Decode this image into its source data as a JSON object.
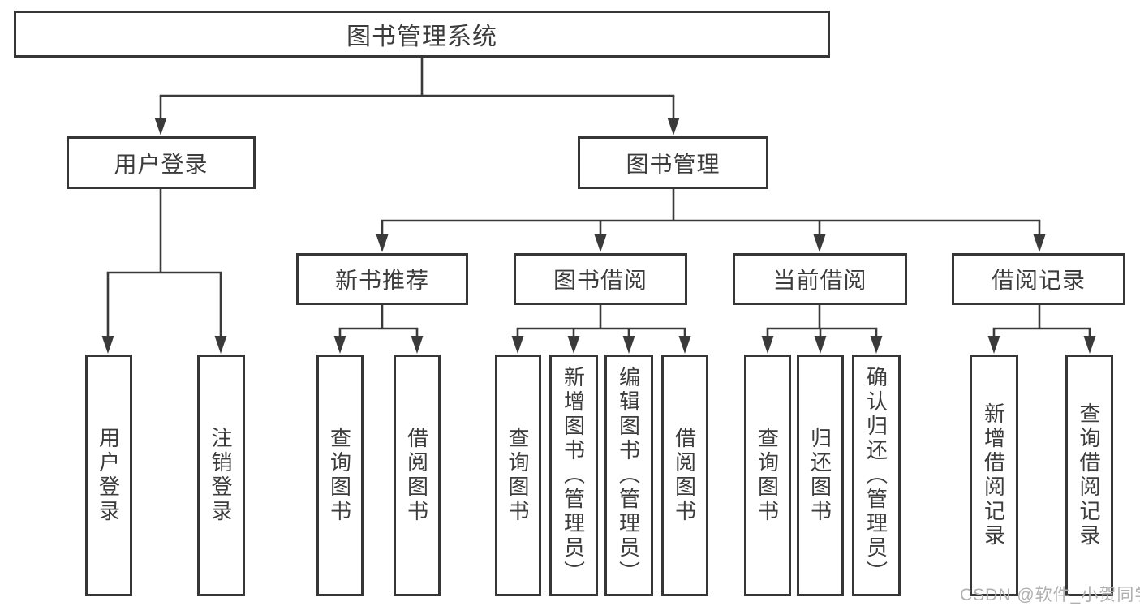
{
  "page": {
    "background": "#ffffff"
  },
  "colors": {
    "line": "#3a3a3a",
    "box_border": "#363636",
    "box_text": "#3c3c3c",
    "watermark_text": "#b0b0b0"
  },
  "nodes": {
    "root": {
      "label": "图书管理系统"
    },
    "user_login": {
      "label": "用户登录"
    },
    "book_mgmt": {
      "label": "图书管理"
    },
    "login": {
      "label": "用户登录"
    },
    "logout": {
      "label": "注销登录"
    },
    "new_book": {
      "label": "新书推荐"
    },
    "book_borrow": {
      "label": "图书借阅"
    },
    "current_borrow": {
      "label": "当前借阅"
    },
    "borrow_record": {
      "label": "借阅记录"
    },
    "nb_query": {
      "label": "查询图书"
    },
    "nb_borrow": {
      "label": "借阅图书"
    },
    "bb_query": {
      "label": "查询图书"
    },
    "bb_add": {
      "label": "新增图书（管理员）"
    },
    "bb_edit": {
      "label": "编辑图书（管理员）"
    },
    "bb_borrow": {
      "label": "借阅图书"
    },
    "cb_query": {
      "label": "查询图书"
    },
    "cb_return": {
      "label": "归还图书"
    },
    "cb_confirm": {
      "label": "确认归还（管理员）"
    },
    "br_add": {
      "label": "新增借阅记录"
    },
    "br_query": {
      "label": "查询借阅记录"
    }
  },
  "hierarchy": {
    "root": [
      "user_login",
      "book_mgmt"
    ],
    "user_login": [
      "login",
      "logout"
    ],
    "book_mgmt": [
      "new_book",
      "book_borrow",
      "current_borrow",
      "borrow_record"
    ],
    "new_book": [
      "nb_query",
      "nb_borrow"
    ],
    "book_borrow": [
      "bb_query",
      "bb_add",
      "bb_edit",
      "bb_borrow"
    ],
    "current_borrow": [
      "cb_query",
      "cb_return",
      "cb_confirm"
    ],
    "borrow_record": [
      "br_add",
      "br_query"
    ]
  },
  "watermark": {
    "text": "CSDN @软件_小贺同学"
  }
}
